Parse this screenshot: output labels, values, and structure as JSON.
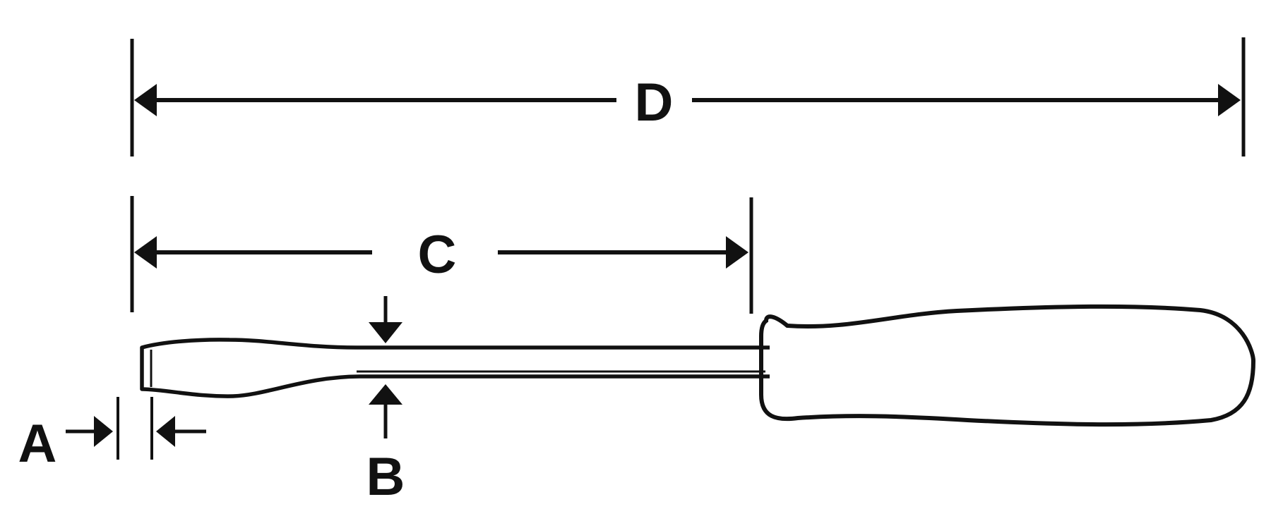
{
  "diagram": {
    "subject": "screwdriver",
    "line_color": "#111111",
    "background_color": "#ffffff",
    "dimensions": {
      "A": {
        "label": "A"
      },
      "B": {
        "label": "B"
      },
      "C": {
        "label": "C"
      },
      "D": {
        "label": "D"
      }
    }
  }
}
